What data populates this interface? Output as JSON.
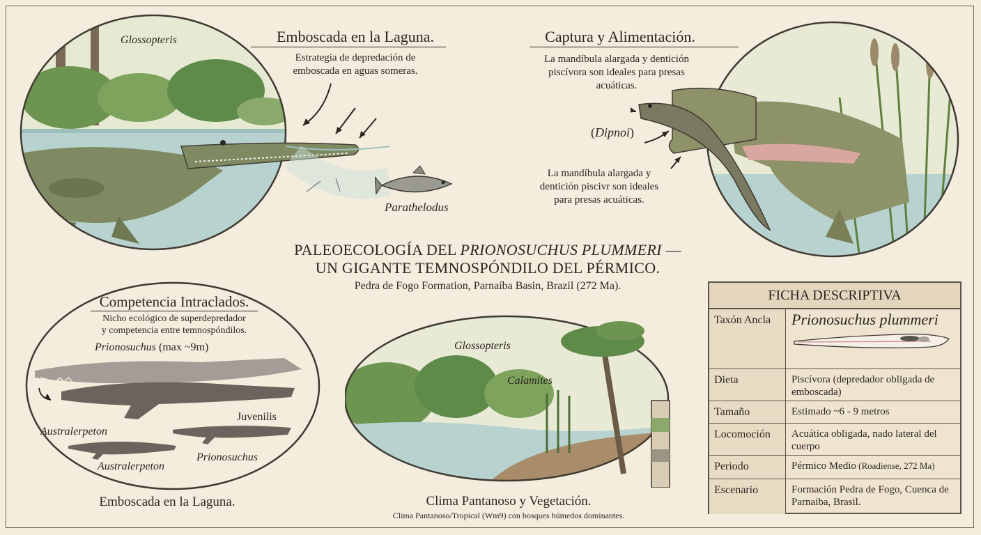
{
  "title": {
    "line1_prefix": "PALEOECOLOGÍA DEL ",
    "line1_species": "PRIONOSUCHUS PLUMMERI",
    "line1_suffix": " —",
    "line2": "UN GIGANTE TEMNOSPÓNDILO DEL PÉRMICO.",
    "subtitle": "Pedra de Fogo Formation, Parnaíba Basin, Brazil (272 Ma)."
  },
  "panel_ambush": {
    "heading": "Emboscada en la Laguna.",
    "text_line1": "Estrategia de depredación de",
    "text_line2": "emboscada en aguas someras.",
    "label_plant": "Glossopteris",
    "label_fish": "Parathelodus"
  },
  "panel_feeding": {
    "heading": "Captura y Alimentación.",
    "text_top_line1": "La mandíbula alargada y dentición",
    "text_top_line2": "piscívora son ideales para presas",
    "text_top_line3": "acuáticas.",
    "label_prey": "Dipnoi",
    "text_bottom_line1": "La mandíbula alargada y",
    "text_bottom_line2": "dentición piscivr son ideales",
    "text_bottom_line3": "para presas acuáticas."
  },
  "panel_competition": {
    "heading": "Competencia Intraclados.",
    "text_line1": "Nicho ecológico de superdepredador",
    "text_line2": "y competencia entre temnospóndilos.",
    "label_big_genus": "Prionosuchus",
    "label_big_size": " (max ~9m)",
    "label_juvenilis": "Juvenilis",
    "label_austral_1": "Australerpeton",
    "label_austral_2": "Australerpeton",
    "label_prion_small": "Prionosuchus",
    "caption": "Emboscada en la Laguna."
  },
  "panel_climate": {
    "label_plant": "Glossopteris",
    "label_calamites": "Calamites",
    "caption": "Clima Pantanoso y Vegetación.",
    "sub_caption": "Clima Pantanoso/Tropical (Wm9) con bosques húmedos dominantes."
  },
  "sheet": {
    "header": "FICHA DESCRIPTIVA",
    "rows": [
      {
        "label": "Taxón Ancla",
        "value": "Prionosuchus plummeri"
      },
      {
        "label": "Dieta",
        "value": "Piscívora (depredador obligada de emboscada)"
      },
      {
        "label": "Tamaño",
        "value": "Estimado ~6 - 9 metros"
      },
      {
        "label": "Locomoción",
        "value": "Acuática obligada, nado lateral del cuerpo"
      },
      {
        "label": "Periodo",
        "value": "Pérmico Medio",
        "value_small": " (Roadiense, 272 Ma)"
      },
      {
        "label": "Escenario",
        "value": "Formación Pedra de Fogo, Cuenca de Parnaiba, Brasil."
      }
    ]
  },
  "colors": {
    "paper": "#f4ecdc",
    "ink": "#2a2620",
    "water": "#b8d3cf",
    "croc": "#7f8a62",
    "foliage": "#5e8a4a",
    "silhouette": "#6a645c"
  }
}
